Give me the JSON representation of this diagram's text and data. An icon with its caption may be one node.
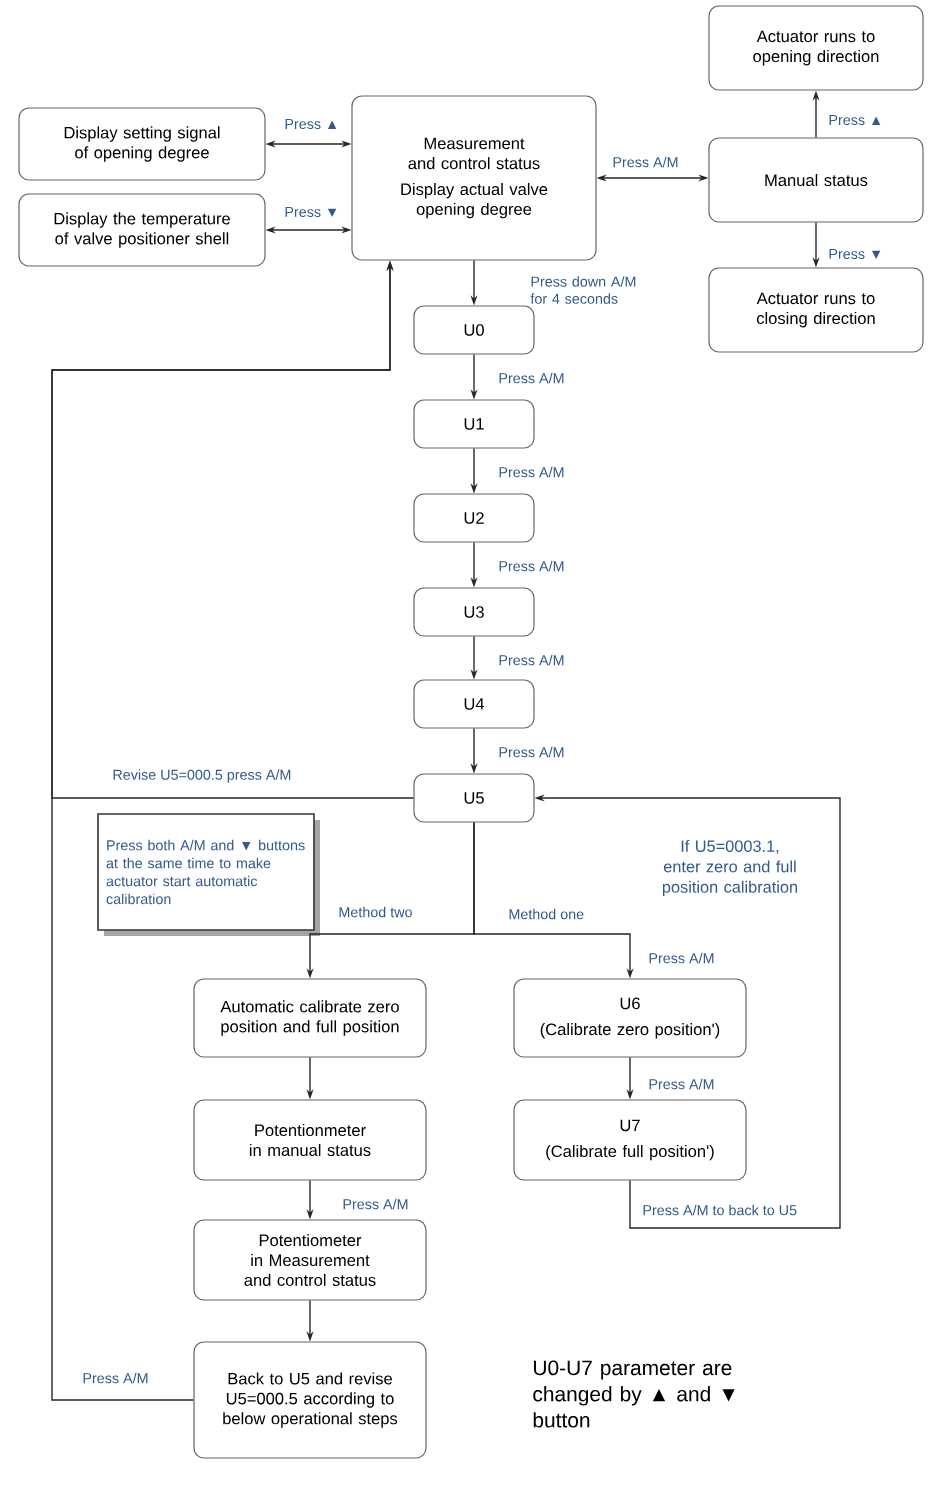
{
  "diagram": {
    "nodes": [
      {
        "text": [
          "Display setting signal of opening degree"
        ]
      },
      {
        "text": [
          "Display the temperature of valve positioner shell"
        ]
      },
      {
        "text": [
          "Measurement and control status",
          "Display actual valve opening degree"
        ]
      },
      {
        "text": [
          "Actuator runs to opening direction"
        ]
      },
      {
        "text": [
          "Manual status"
        ]
      },
      {
        "text": [
          "Actuator runs to closing direction"
        ]
      },
      {
        "text": [
          "U0"
        ]
      },
      {
        "text": [
          "U1"
        ]
      },
      {
        "text": [
          "U2"
        ]
      },
      {
        "text": [
          "U3"
        ]
      },
      {
        "text": [
          "U4"
        ]
      },
      {
        "text": [
          "U5"
        ]
      },
      {
        "text": [
          "Press both A/M and ▼ buttons at the same time to make actuator start automatic calibration"
        ]
      },
      {
        "text": [
          "Automatic calibrate zero position and full position"
        ]
      },
      {
        "text": [
          "Potentionmeter in manual status"
        ]
      },
      {
        "text": [
          "Potentiometer in Measurement and control status"
        ]
      },
      {
        "text": [
          "Back to U5 and revise U5=000.5 according to below operational steps"
        ]
      },
      {
        "text": [
          "U6",
          "(Calibrate zero position')"
        ]
      },
      {
        "text": [
          "U7",
          "(Calibrate full position')"
        ]
      }
    ],
    "edges": [
      {
        "from": 0,
        "to": 2,
        "arrow": "both",
        "label": "Press ▲"
      },
      {
        "from": 1,
        "to": 2,
        "arrow": "both",
        "label": "Press ▼"
      },
      {
        "from": 2,
        "to": 4,
        "arrow": "both",
        "label": "Press A/M"
      },
      {
        "from": 4,
        "to": 3,
        "arrow": "to",
        "label": "Press ▲"
      },
      {
        "from": 4,
        "to": 5,
        "arrow": "to",
        "label": "Press ▼"
      },
      {
        "from": 2,
        "to": 6,
        "arrow": "to",
        "label": "Press down A/M for 4 seconds"
      },
      {
        "from": 6,
        "to": 7,
        "arrow": "to",
        "label": "Press A/M"
      },
      {
        "from": 7,
        "to": 8,
        "arrow": "to",
        "label": "Press A/M"
      },
      {
        "from": 8,
        "to": 9,
        "arrow": "to",
        "label": "Press A/M"
      },
      {
        "from": 9,
        "to": 10,
        "arrow": "to",
        "label": "Press A/M"
      },
      {
        "from": 10,
        "to": 11,
        "arrow": "to",
        "label": "Press A/M"
      },
      {
        "from": 11,
        "to": 2,
        "arrow": "to",
        "label": "Revise U5=000.5 press A/M"
      },
      {
        "from": 16,
        "to": 2,
        "arrow": "to",
        "label": "Press A/M"
      },
      {
        "from": 11,
        "to": 13,
        "arrow": "to",
        "label": "Method two"
      },
      {
        "from": 11,
        "to": 17,
        "arrow": "to",
        "label": "Method one"
      },
      {
        "from": 13,
        "to": 14,
        "arrow": "to"
      },
      {
        "from": 14,
        "to": 15,
        "arrow": "to",
        "label": "Press A/M"
      },
      {
        "from": 15,
        "to": 16,
        "arrow": "to"
      },
      {
        "from": 17,
        "to": 18,
        "arrow": "to",
        "label": "Press A/M"
      },
      {
        "from": 18,
        "to": 11,
        "arrow": "to",
        "label": "Press A/M to back to U5"
      }
    ],
    "labels": [
      "Press A/M",
      "If U5=0003.1, enter zero and full position calibration",
      "U0-U7 parameter are changed by ▲ and ▼ button"
    ]
  }
}
